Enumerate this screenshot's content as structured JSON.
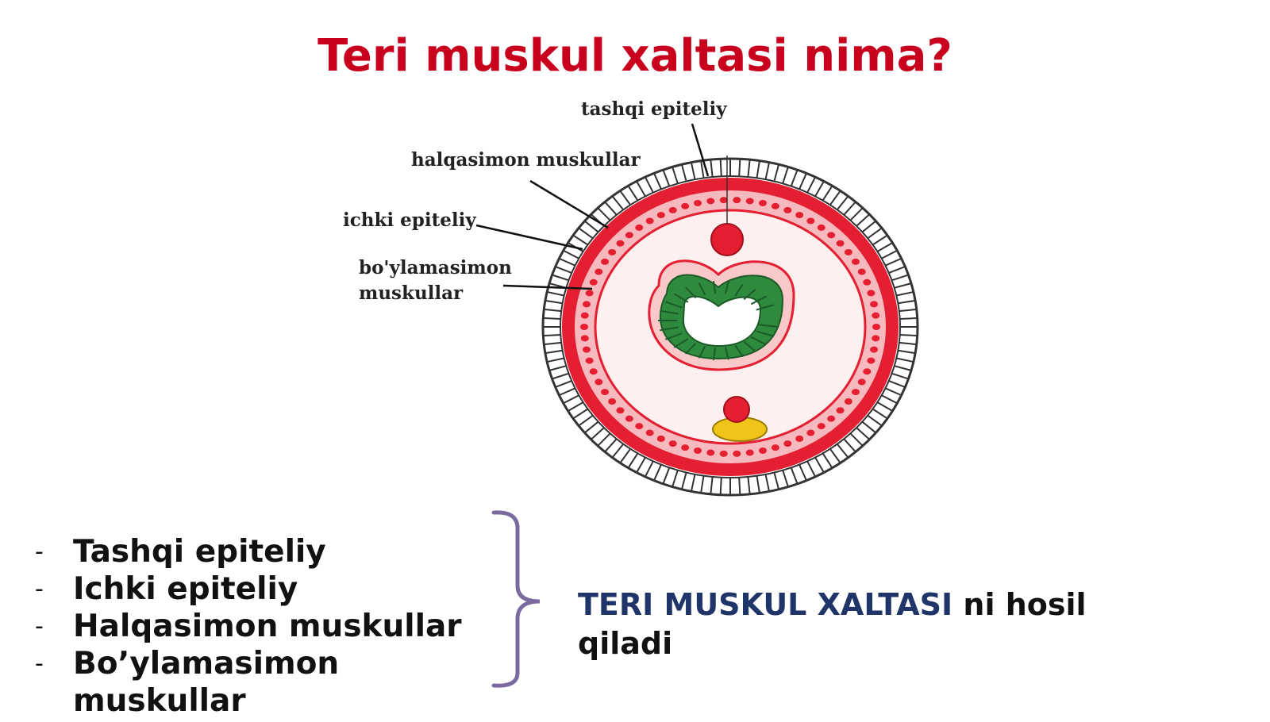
{
  "title": "Teri muskul xaltasi nima?",
  "diagram": {
    "labels": {
      "outer_epithelium": "tashqi epiteliy",
      "circular_muscles": "halqasimon muskullar",
      "inner_epithelium": "ichki epiteliy",
      "longitudinal_muscles": "bo'ylamasimon\nmuskullar"
    },
    "colors": {
      "muscle_red": "#e51f32",
      "muscle_light": "#f6b9bd",
      "gut_green": "#2e8b3d",
      "nerve_yellow": "#f0c419",
      "outline": "#333333"
    }
  },
  "components": [
    "Tashqi epiteliy",
    "Ichki epiteliy",
    "Halqasimon muskullar",
    "Bo’ylamasimon muskullar"
  ],
  "bullet_marker": "-",
  "statement": {
    "term": "TERI MUSKUL XALTASI",
    "rest": " ni hosil qiladi"
  },
  "brace_color": "#7b6aa0"
}
